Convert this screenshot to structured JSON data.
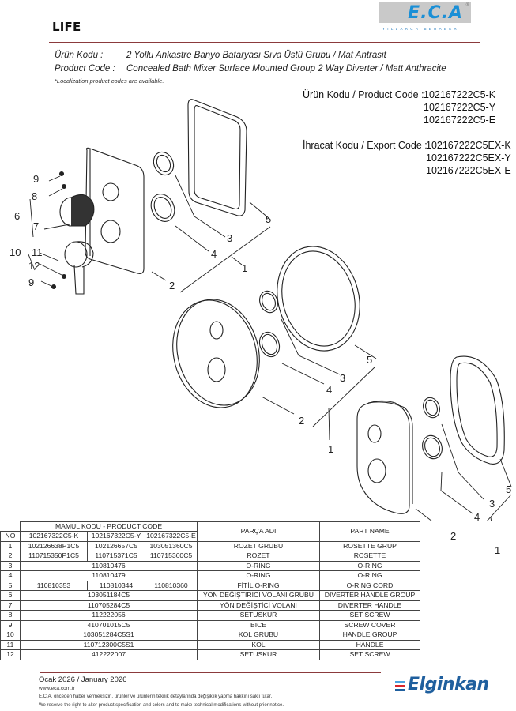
{
  "header": {
    "series_title": "LIFE",
    "brand_logo": "E.C.A",
    "brand_tagline": "YILLARCA BERABER",
    "colors": {
      "rule": "#8b3a3c",
      "brand_blue": "#1a8fd6",
      "logo_bg": "#c9c9c9"
    }
  },
  "description": {
    "tr_label": "Ürün Kodu :",
    "tr_value": "2 Yollu Ankastre Banyo Bataryası Sıva Üstü Grubu / Mat Antrasit",
    "en_label": "Product Code :",
    "en_value": "Concealed Bath Mixer Surface Mounted Group 2 Way Diverter / Matt Anthracite",
    "note": "*Localization product codes are available."
  },
  "codes": {
    "product_label": "Ürün Kodu / Product Code :",
    "product_codes": [
      "102167222C5-K",
      "102167222C5-Y",
      "102167222C5-E"
    ],
    "export_label": "İhracat Kodu / Export Code :",
    "export_codes": [
      "102167222C5EX-K",
      "102167222C5EX-Y",
      "102167222C5EX-E"
    ]
  },
  "diagram": {
    "callouts": {
      "left_group": [
        "9",
        "8",
        "6",
        "7",
        "10",
        "11",
        "12",
        "9"
      ],
      "square": [
        "5",
        "3",
        "4",
        "1",
        "2"
      ],
      "round": [
        "5",
        "3",
        "4",
        "2",
        "1"
      ],
      "oval": [
        "5",
        "3",
        "4",
        "2",
        "1"
      ]
    }
  },
  "table": {
    "group_header": "MAMUL KODU - PRODUCT  CODE",
    "col_no": "NO",
    "variant_headers": [
      "102167322C5-K",
      "102167322C5-Y",
      "102167322C5-E"
    ],
    "col_part_tr": "PARÇA ADI",
    "col_part_en": "PART NAME",
    "rows": [
      {
        "no": "1",
        "codes": [
          "102126638P1C5",
          "102126657C5",
          "103051360C5"
        ],
        "tr": "ROZET GRUBU",
        "en": "ROSETTE GRUP"
      },
      {
        "no": "2",
        "codes": [
          "110715350P1C5",
          "110715371C5",
          "110715360C5"
        ],
        "tr": "ROZET",
        "en": "ROSETTE"
      },
      {
        "no": "3",
        "code": "110810476",
        "tr": "O-RING",
        "en": "O-RING"
      },
      {
        "no": "4",
        "code": "110810479",
        "tr": "O-RING",
        "en": "O-RING"
      },
      {
        "no": "5",
        "codes": [
          "110810353",
          "110810344",
          "110810360"
        ],
        "tr": "FİTİL O-RING",
        "en": "O-RING CORD"
      },
      {
        "no": "6",
        "code": "103051184C5",
        "tr": "YÖN DEĞİŞTİRİCİ VOLANI GRUBU",
        "en": "DIVERTER HANDLE GROUP"
      },
      {
        "no": "7",
        "code": "110705284C5",
        "tr": "YÖN DEĞİŞTİCİ VOLANI",
        "en": "DIVERTER HANDLE"
      },
      {
        "no": "8",
        "code": "112222056",
        "tr": "SETUSKUR",
        "en": "SET SCREW"
      },
      {
        "no": "9",
        "code": "410701015C5",
        "tr": "BICE",
        "en": "SCREW COVER"
      },
      {
        "no": "10",
        "code": "103051284C5S1",
        "tr": "KOL GRUBU",
        "en": "HANDLE GROUP"
      },
      {
        "no": "11",
        "code": "110712300C5S1",
        "tr": "KOL",
        "en": "HANDLE"
      },
      {
        "no": "12",
        "code": "412222007",
        "tr": "SETUSKUR",
        "en": "SET SCREW"
      }
    ]
  },
  "footer": {
    "date": "Ocak 2026 / January 2026",
    "website": "www.eca.com.tr",
    "disclaimer_tr": "E.C.A. önceden haber vermeksizin, ürünler ve ürünlerin teknik detaylarında değişiklik yapma hakkını saklı tutar.",
    "disclaimer_en": "We reserve the right to alter product specification and colors and to make technical modifications without prior notice.",
    "distributor_logo": "Elginkan",
    "colors": {
      "elginkan_blue": "#1f5f9e",
      "elginkan_red": "#d9252b",
      "elginkan_light": "#4aa3df"
    }
  }
}
